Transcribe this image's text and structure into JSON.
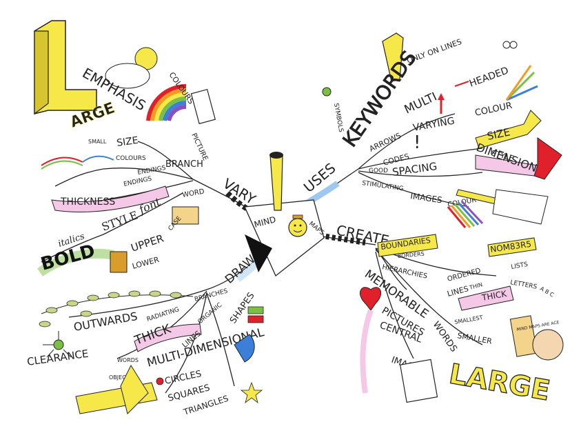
{
  "center": {
    "mind": "MIND",
    "maps": "MAPS"
  },
  "main_branches": {
    "vary": "VARY",
    "uses": "USES",
    "create": "CREATE",
    "draw": "DRAW"
  },
  "vary_branch": {
    "large": "L",
    "arge": "ARGE",
    "emphasis": "EMPHASIS",
    "colours": "COLOURS",
    "picture": "PICTURE",
    "small": "SMALL",
    "size": "SIZE",
    "colours2": "COLOURS",
    "branch": "BRANCH",
    "endings": "ENDINGS",
    "endings2": "ENDINGS",
    "thickness": "THICKNESS",
    "word": "WORD",
    "style": "STYLE",
    "font": "font",
    "case": "CASE",
    "upper": "UPPER",
    "lower": "LOWER",
    "italics": "italics",
    "bold": "BOLD"
  },
  "uses_branch": {
    "symbols": "SYMBOLS",
    "keywords": "KEYWORDS",
    "only_on_lines": "ONLY ON LINES",
    "multi": "MULTI",
    "headed": "HEADED",
    "arrows": "ARROWS",
    "varying": "VARYING",
    "colour": "COLOUR",
    "size": "SIZE",
    "style": "STYLE",
    "codes": "CODES",
    "dimension": "DIMENSION",
    "good": "GOOD",
    "spacing": "SPACING",
    "stimulating": "STIMULATING",
    "images": "IMAGES",
    "colour2": "COLOUR"
  },
  "create_branch": {
    "boundaries": "BOUNDARIES",
    "borders": "BORDERS",
    "hierarchies": "HIERARCHIES",
    "numbers": "NOM83R5",
    "ordered": "ORDERED",
    "lists": "LISTS",
    "letters": "LETTERS",
    "abc": "A B C",
    "memorable": "MEMORABLE",
    "pictures": "PICTURES",
    "lines": "LINES",
    "thin": "THIN",
    "thick": "THICK",
    "words": "WORDS",
    "smallest": "SMALLEST",
    "smaller": "SMALLER",
    "central": "CENTRAL",
    "image": "IMAGE",
    "large": "LARGE",
    "sign_text": "MIND MAPS ARE ACE"
  },
  "draw_branch": {
    "branches": "BRANCHES",
    "radiating": "RADIATING",
    "organic": "ORGANIC",
    "outwards": "OUTWARDS",
    "thick": "THICK",
    "lines": "LINES",
    "multi_dimensional": "MULTI-DIMENSIONAL",
    "shapes": "SHAPES",
    "clearance": "CLEARANCE",
    "words": "WORDS",
    "objects": "OBJECTS",
    "circles": "CIRCLES",
    "squares": "SQUARES",
    "triangles": "TRIANGLES"
  },
  "colors": {
    "yellow": "#F7E84A",
    "pink": "#F5C8E8",
    "red": "#E0202A",
    "green": "#7BC043",
    "blue": "#3B7FD9",
    "purple": "#8A4FC0",
    "orange": "#F49A1F",
    "ink": "#222222"
  }
}
